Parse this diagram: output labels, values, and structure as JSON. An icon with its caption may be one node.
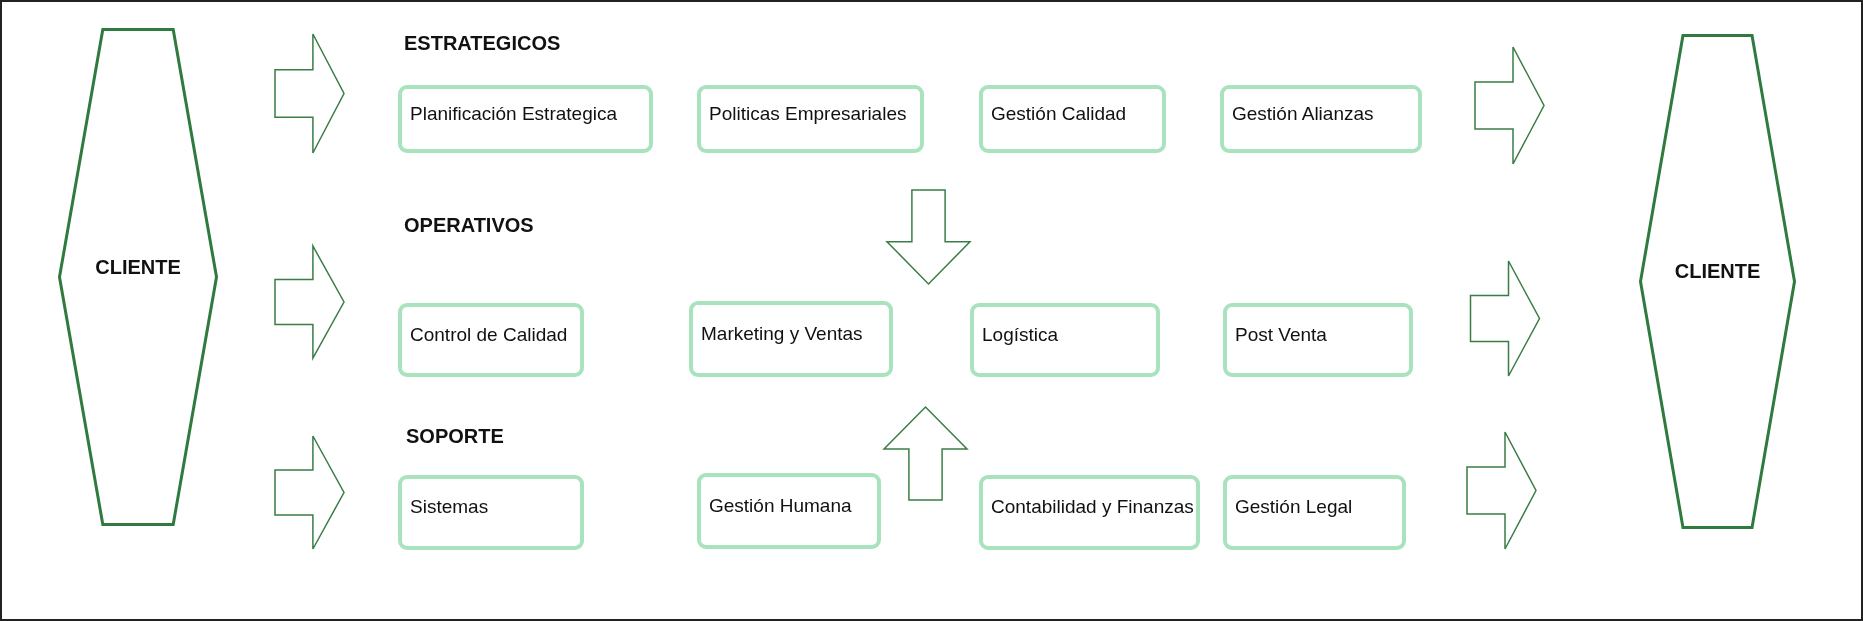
{
  "diagram": {
    "nodes": [
      {
        "text": [
          "CLIENTE"
        ]
      },
      {
        "text": [
          "Planificación Estrategica"
        ]
      },
      {
        "text": [
          "Politicas Empresariales"
        ]
      },
      {
        "text": [
          "Gestión Calidad"
        ]
      },
      {
        "text": [
          "Gestión Alianzas"
        ]
      },
      {
        "text": [
          "Control de Calidad"
        ]
      },
      {
        "text": [
          "Marketing y Ventas"
        ]
      },
      {
        "text": [
          "Logística"
        ]
      },
      {
        "text": [
          "Post Venta"
        ]
      },
      {
        "text": [
          "Sistemas"
        ]
      },
      {
        "text": [
          "Gestión Humana"
        ]
      },
      {
        "text": [
          "Contabilidad y Finanzas"
        ]
      },
      {
        "text": [
          "Gestión Legal"
        ]
      },
      {
        "text": [
          "CLIENTE"
        ]
      }
    ],
    "edges": [
      {
        "from": 0,
        "to": 1,
        "arrow": "to"
      },
      {
        "from": 0,
        "to": 5,
        "arrow": "to"
      },
      {
        "from": 0,
        "to": 9,
        "arrow": "to"
      },
      {
        "from": 2,
        "to": 6,
        "arrow": "to"
      },
      {
        "from": 10,
        "to": 6,
        "arrow": "to"
      },
      {
        "from": 4,
        "to": 13,
        "arrow": "to"
      },
      {
        "from": 8,
        "to": 13,
        "arrow": "to"
      },
      {
        "from": 12,
        "to": 13,
        "arrow": "to"
      }
    ],
    "labels": [
      "ESTRATEGICOS",
      "OPERATIVOS",
      "SOPORTE"
    ]
  }
}
